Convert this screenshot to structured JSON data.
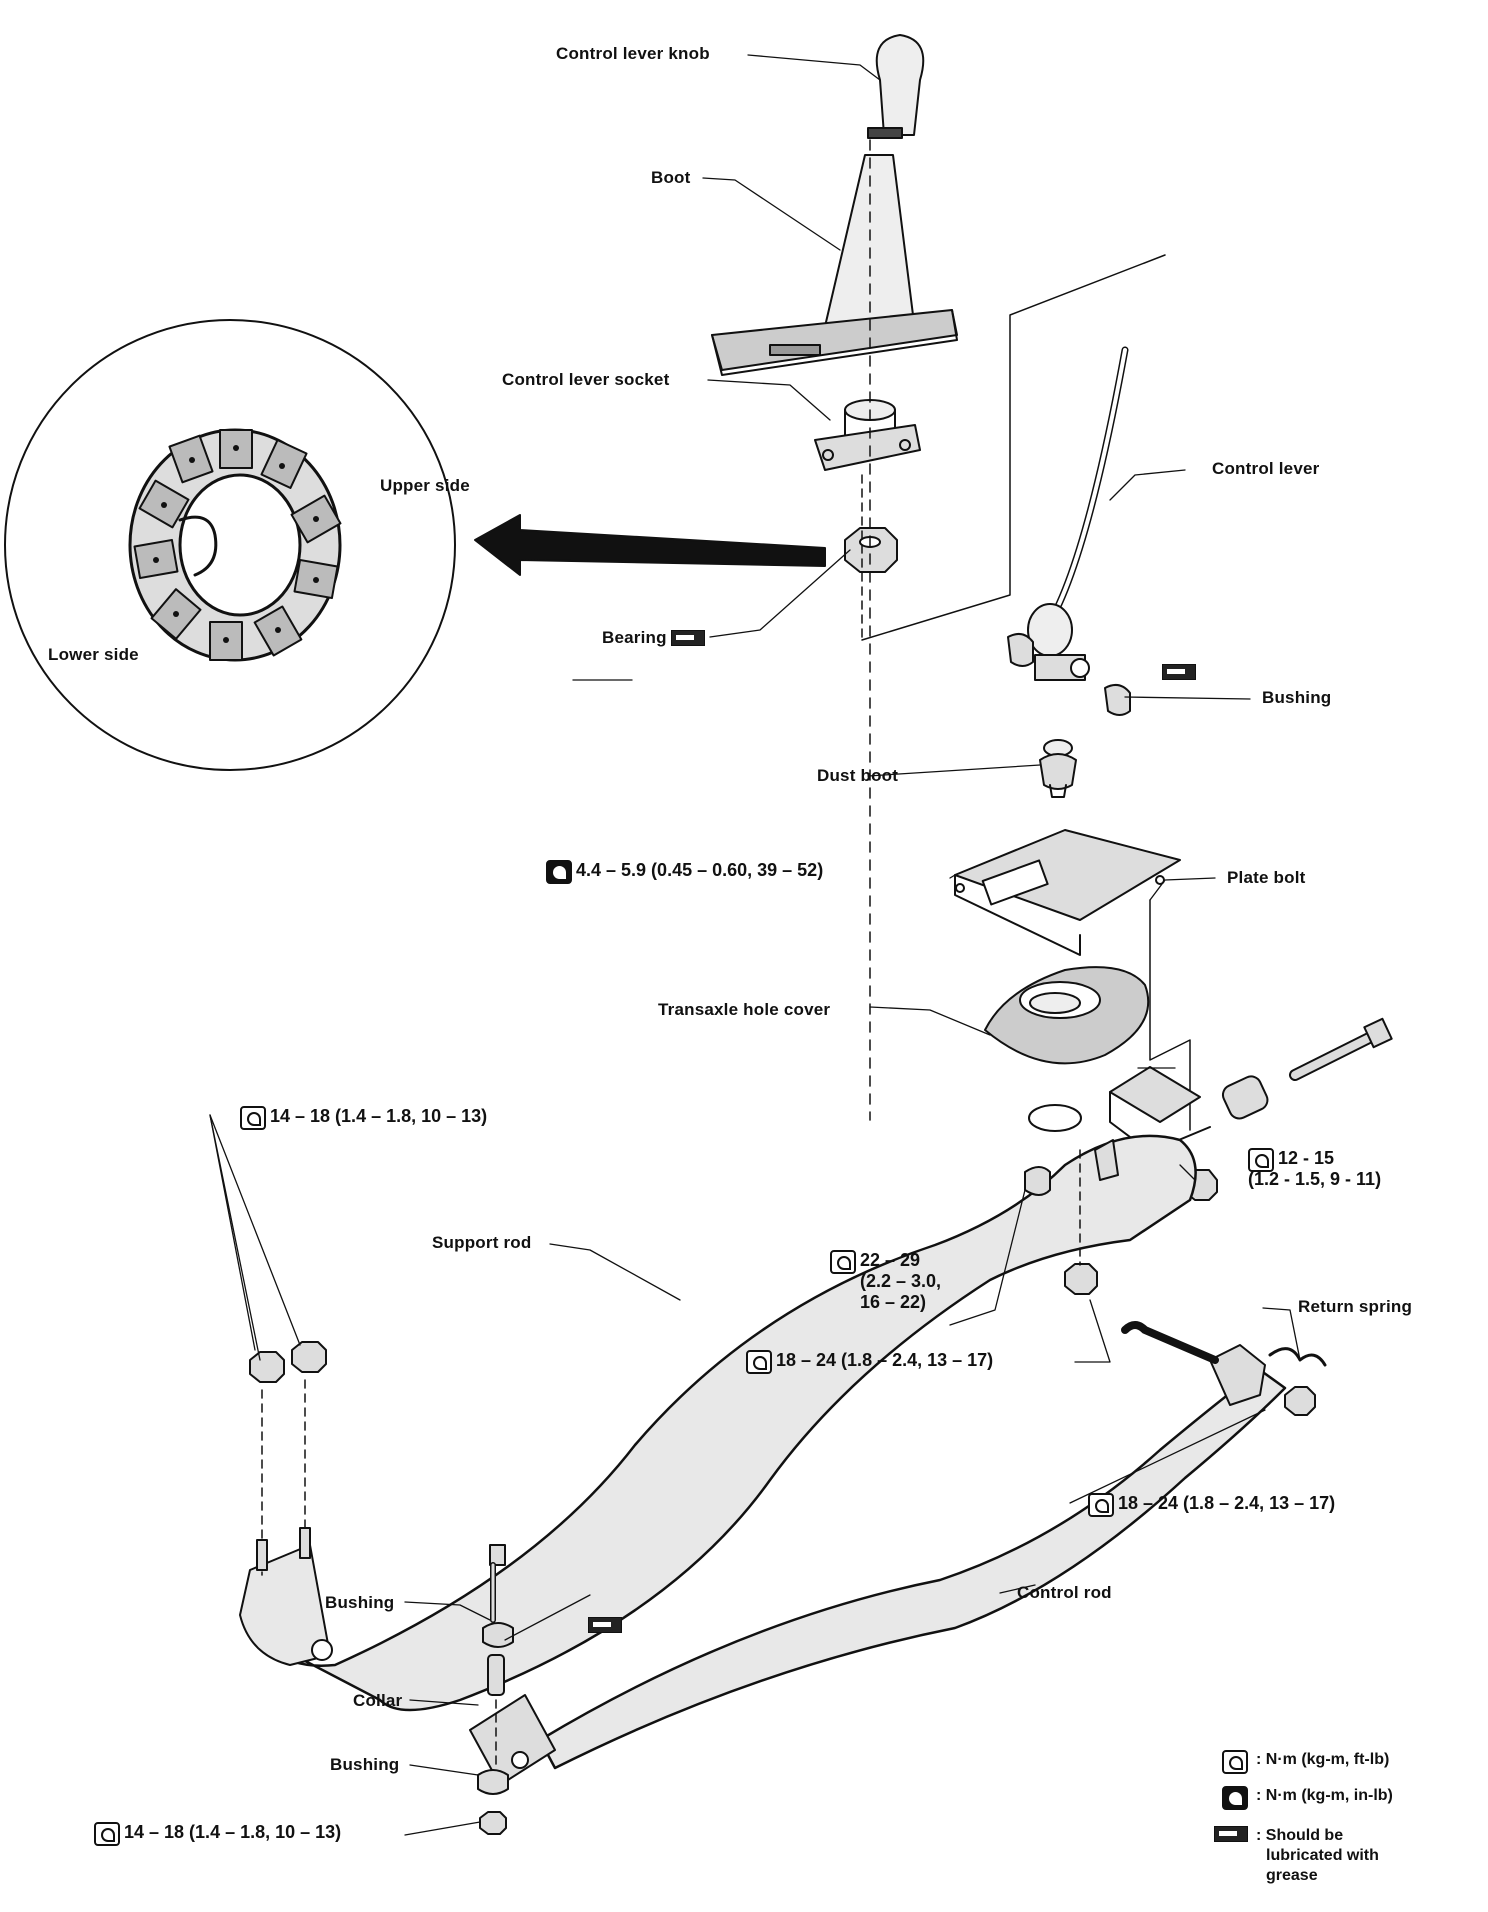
{
  "labels": {
    "control_lever_knob": "Control lever knob",
    "boot": "Boot",
    "control_lever_socket": "Control lever socket",
    "upper_side": "Upper side",
    "lower_side": "Lower side",
    "bearing": "Bearing",
    "control_lever": "Control lever",
    "bushing_top": "Bushing",
    "dust_boot": "Dust boot",
    "plate_bolt": "Plate bolt",
    "transaxle_hole_cover": "Transaxle hole cover",
    "support_rod": "Support rod",
    "return_spring": "Return spring",
    "control_rod": "Control rod",
    "bushing_upper": "Bushing",
    "collar": "Collar",
    "bushing_lower": "Bushing"
  },
  "torques": {
    "plate_bolt_torque": "4.4 – 5.9 (0.45 – 0.60, 39 – 52)",
    "support_nuts_torque": "14 – 18 (1.4 – 1.8, 10 – 13)",
    "bracket_nut_torque_line1": "12 - 15",
    "bracket_nut_torque_line2": "(1.2 - 1.5, 9 - 11)",
    "support_rod_bolt_line1": "22 – 29",
    "support_rod_bolt_line2": "(2.2 – 3.0,",
    "support_rod_bolt_line3": "16 – 22)",
    "lower_nut_torque": "18 – 24 (1.8 – 2.4, 13 – 17)",
    "control_rod_nut_torque": "18 – 24 (1.8 – 2.4, 13 – 17)",
    "bottom_nut_torque": "14 – 18 (1.4 – 1.8, 10 – 13)"
  },
  "legend": {
    "nm_ftlb": ": N·m (kg-m, ft-lb)",
    "nm_inlb": ": N·m (kg-m, in-lb)",
    "grease_line1": ": Should be",
    "grease_line2": "lubricated with",
    "grease_line3": "grease"
  },
  "icons": {
    "torque": "torque-wrench-icon",
    "torque_small": "torque-wrench-filled-icon",
    "grease": "grease-icon",
    "arrow": "view-arrow-icon"
  }
}
